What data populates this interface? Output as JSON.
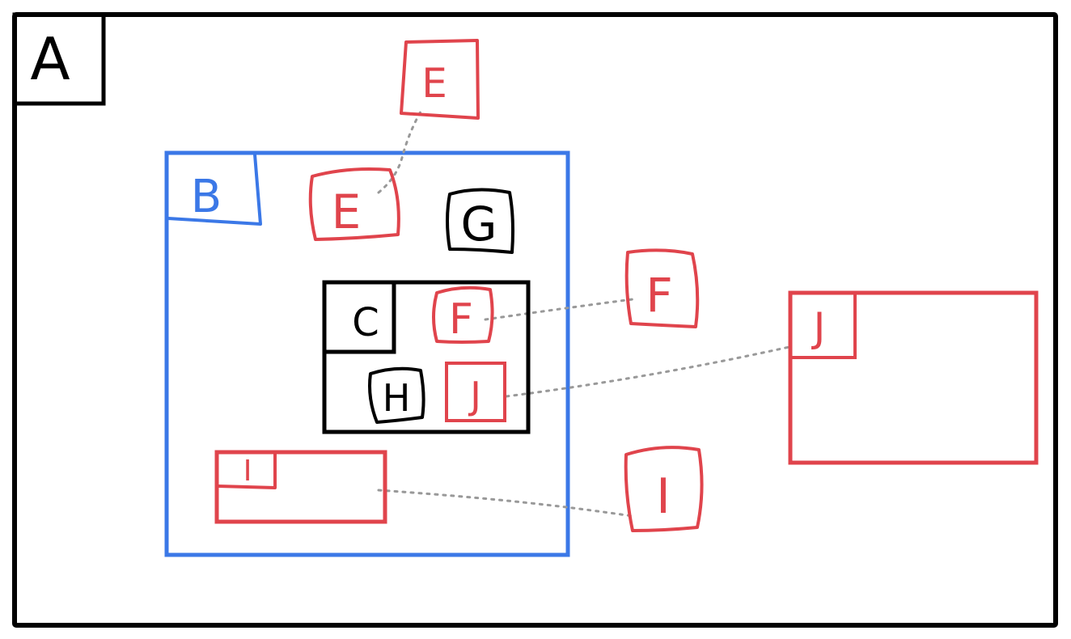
{
  "colors": {
    "black": "#000000",
    "blue": "#3b78e7",
    "red": "#e0444c",
    "connector": "#999999"
  },
  "labels": {
    "a": "A",
    "b": "B",
    "c": "C",
    "e_outer": "E",
    "e_inner": "E",
    "f_outer": "F",
    "f_inner": "F",
    "g": "G",
    "h": "H",
    "i_outer": "I",
    "i_inner": "I",
    "j_outer": "J",
    "j_inner": "J"
  },
  "connectors": [
    {
      "from": "e_inner",
      "to": "e_outer"
    },
    {
      "from": "f_inner",
      "to": "f_outer"
    },
    {
      "from": "j_inner",
      "to": "j_outer"
    },
    {
      "from": "i_inner",
      "to": "i_outer"
    }
  ]
}
